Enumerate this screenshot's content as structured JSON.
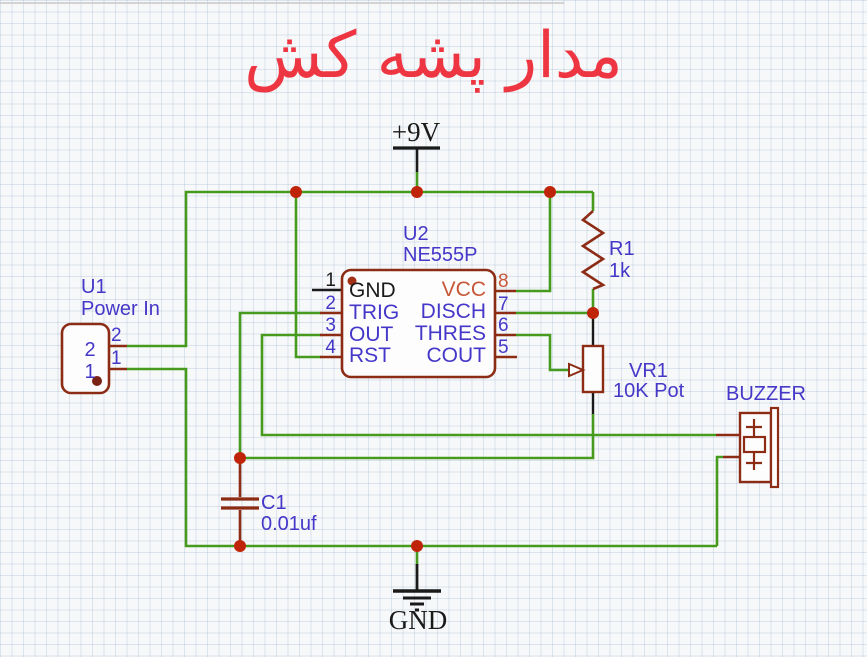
{
  "title": "مدار پشه کش",
  "power": {
    "vcc_label": "+9V",
    "gnd_label": "GND"
  },
  "components": {
    "u1": {
      "ref": "U1",
      "desc": "Power In",
      "outer_pins": [
        "2",
        "1"
      ],
      "inner_pads": [
        "2",
        "1"
      ]
    },
    "u2": {
      "ref": "U2",
      "part": "NE555P",
      "left_pins": [
        {
          "num": "1",
          "name": "GND"
        },
        {
          "num": "2",
          "name": "TRIG"
        },
        {
          "num": "3",
          "name": "OUT"
        },
        {
          "num": "4",
          "name": "RST"
        }
      ],
      "right_pins": [
        {
          "num": "8",
          "name": "VCC"
        },
        {
          "num": "7",
          "name": "DISCH"
        },
        {
          "num": "6",
          "name": "THRES"
        },
        {
          "num": "5",
          "name": "COUT"
        }
      ]
    },
    "r1": {
      "ref": "R1",
      "value": "1k"
    },
    "vr1": {
      "ref": "VR1",
      "value": "10K Pot"
    },
    "c1": {
      "ref": "C1",
      "value": "0.01uf"
    },
    "buzzer": {
      "ref": "BUZZER"
    }
  },
  "colors": {
    "wire_green": "#469b1f",
    "component_outline": "#8c2c15",
    "junction_red": "#bf2409",
    "label_blue": "#4537c8",
    "vcc_orange": "#c8573a",
    "title_red": "#ee3642",
    "text_black": "#1a1a1a",
    "background": "#f7f8f9"
  }
}
